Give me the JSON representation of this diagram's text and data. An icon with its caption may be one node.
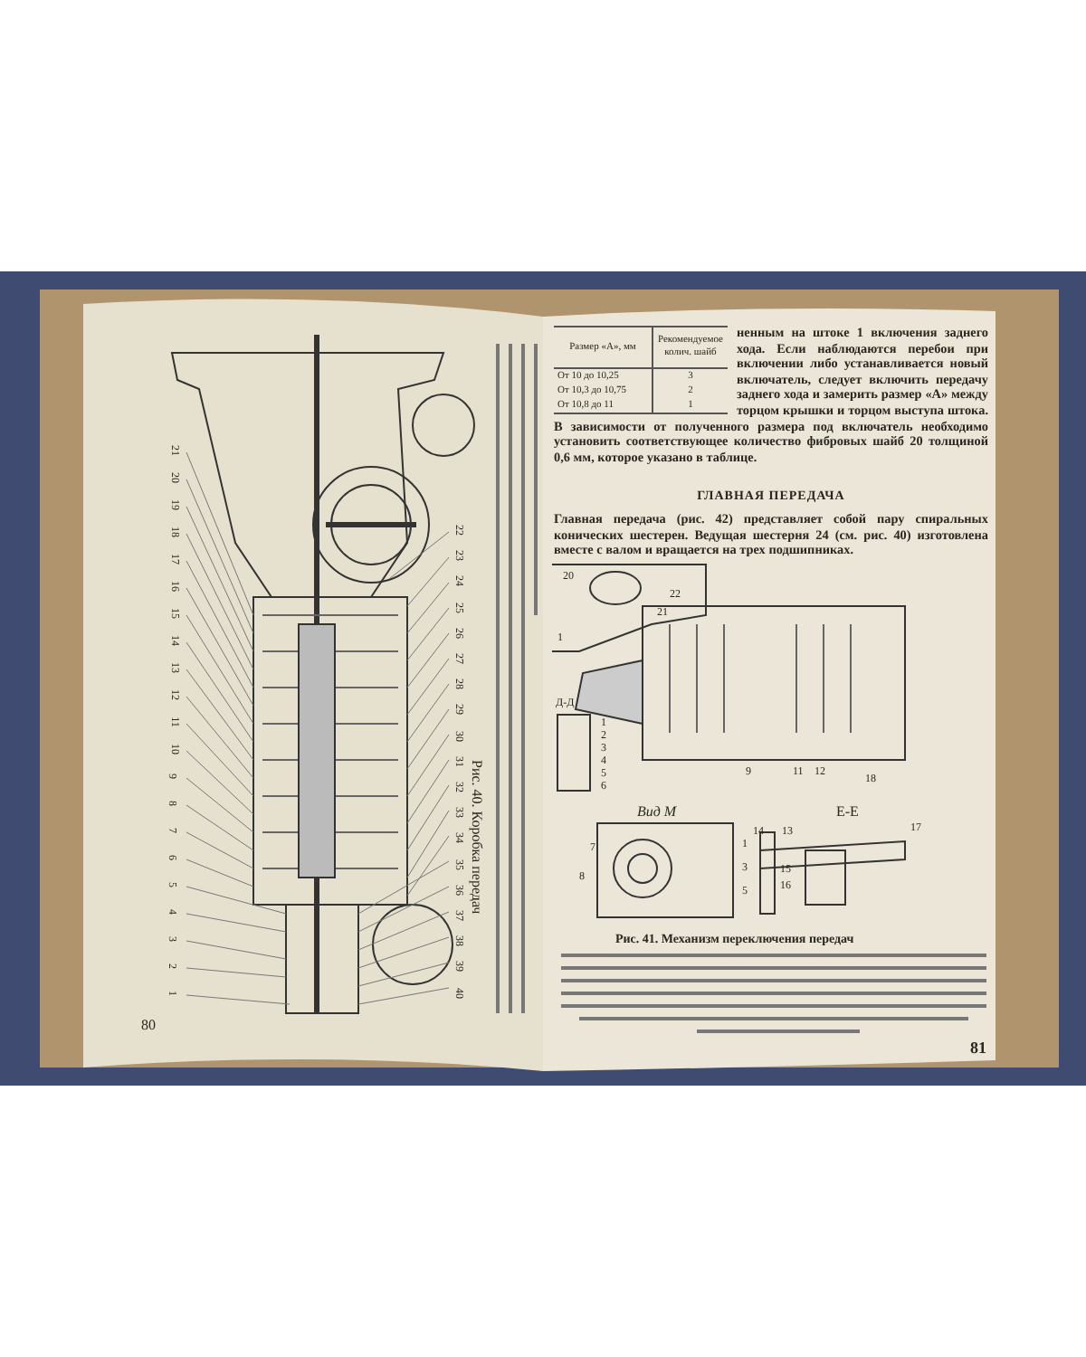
{
  "diagram": {
    "labels": [
      "Размер «А», мм",
      "Рекомендуемое колич. шайб",
      "От 10 до 10,25",
      "3",
      "От 10,3 до 10,75",
      "2",
      "От 10,8 до 11",
      "1",
      "ненным на штоке 1 включения заднего хода. Если наблюдаются перебои при включении либо устанавливается новый включатель, следует включить передачу заднего хода и замерить размер «А» между торцом крышки и торцом выступа штока. В зависимости от полученного размера под включатель необходимо установить соответствующее количество фибровых шайб 20 толщиной 0,6 мм, которое указано в таблице.",
      "ГЛАВНАЯ ПЕРЕДАЧА",
      "Главная передача (рис. 42) представляет собой пару спиральных конических шестерен. Ведущая шестерня 24 (см. рис. 40) изготовлена вместе с валом и вращается на трех подшипниках.",
      "Д-Д",
      "Вид М",
      "Е-Е",
      "Рис. 41. Механизм переключения передач",
      "81",
      "Рис. 40. Коробка передач",
      "80",
      "21",
      "20",
      "19",
      "18",
      "17",
      "16",
      "15",
      "14",
      "13",
      "12",
      "11",
      "10",
      "9",
      "8",
      "7",
      "6",
      "5",
      "4",
      "3",
      "2",
      "1",
      "22",
      "23",
      "24",
      "25",
      "26",
      "27",
      "28",
      "29",
      "30",
      "31",
      "32",
      "33",
      "34",
      "35",
      "36",
      "37",
      "38",
      "39",
      "40",
      "20",
      "22",
      "21",
      "1",
      "9",
      "11",
      "12",
      "18",
      "17",
      "14",
      "13",
      "15",
      "16",
      "1",
      "2",
      "3",
      "4",
      "5",
      "6",
      "7",
      "8",
      "1",
      "3",
      "5"
    ]
  }
}
